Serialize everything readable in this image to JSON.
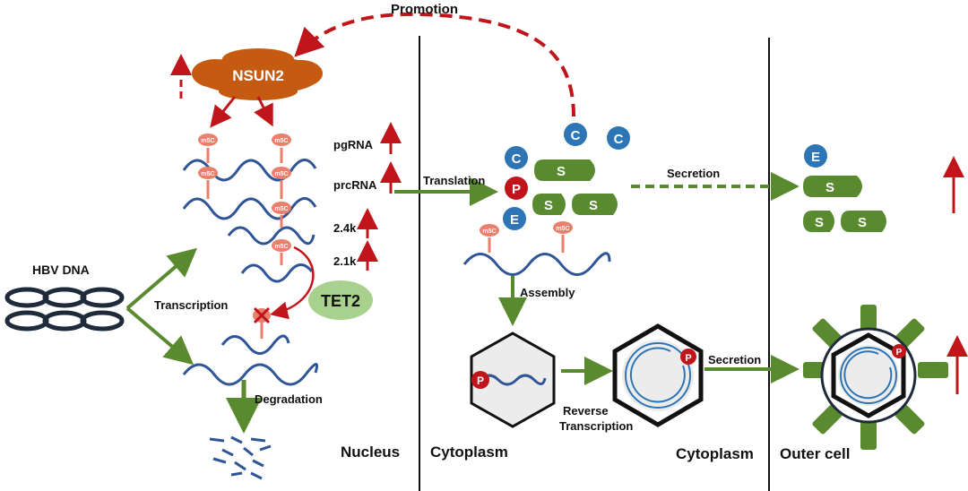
{
  "labels": {
    "promotion": "Promotion",
    "nsun2": "NSUN2",
    "pgrna": "pgRNA",
    "prcrna": "prcRNA",
    "rna_24k": "2.4k",
    "rna_21k": "2.1k",
    "hbv_dna": "HBV DNA",
    "transcription": "Transcription",
    "tet2": "TET2",
    "degradation": "Degradation",
    "translation": "Translation",
    "secretion_top": "Secretion",
    "assembly": "Assembly",
    "reverse_transcription_1": "Reverse",
    "reverse_transcription_2": "Transcription",
    "secretion_bottom": "Secretion",
    "nucleus": "Nucleus",
    "cytoplasm_left": "Cytoplasm",
    "cytoplasm_right": "Cytoplasm",
    "outer_cell": "Outer cell"
  },
  "marks": {
    "m5c": "m5C",
    "protein_c": "C",
    "protein_e": "E",
    "protein_p": "P",
    "protein_s": "S"
  },
  "colors": {
    "red": "#c0161b",
    "green": "#5a8a2f",
    "blue": "#2f5597",
    "protein_blue": "#2e75b6",
    "nsun2_orange": "#c55a11",
    "m5c_salmon": "#e9806b",
    "tet2_green": "#a9d18e",
    "dark": "#1f2a3a"
  }
}
